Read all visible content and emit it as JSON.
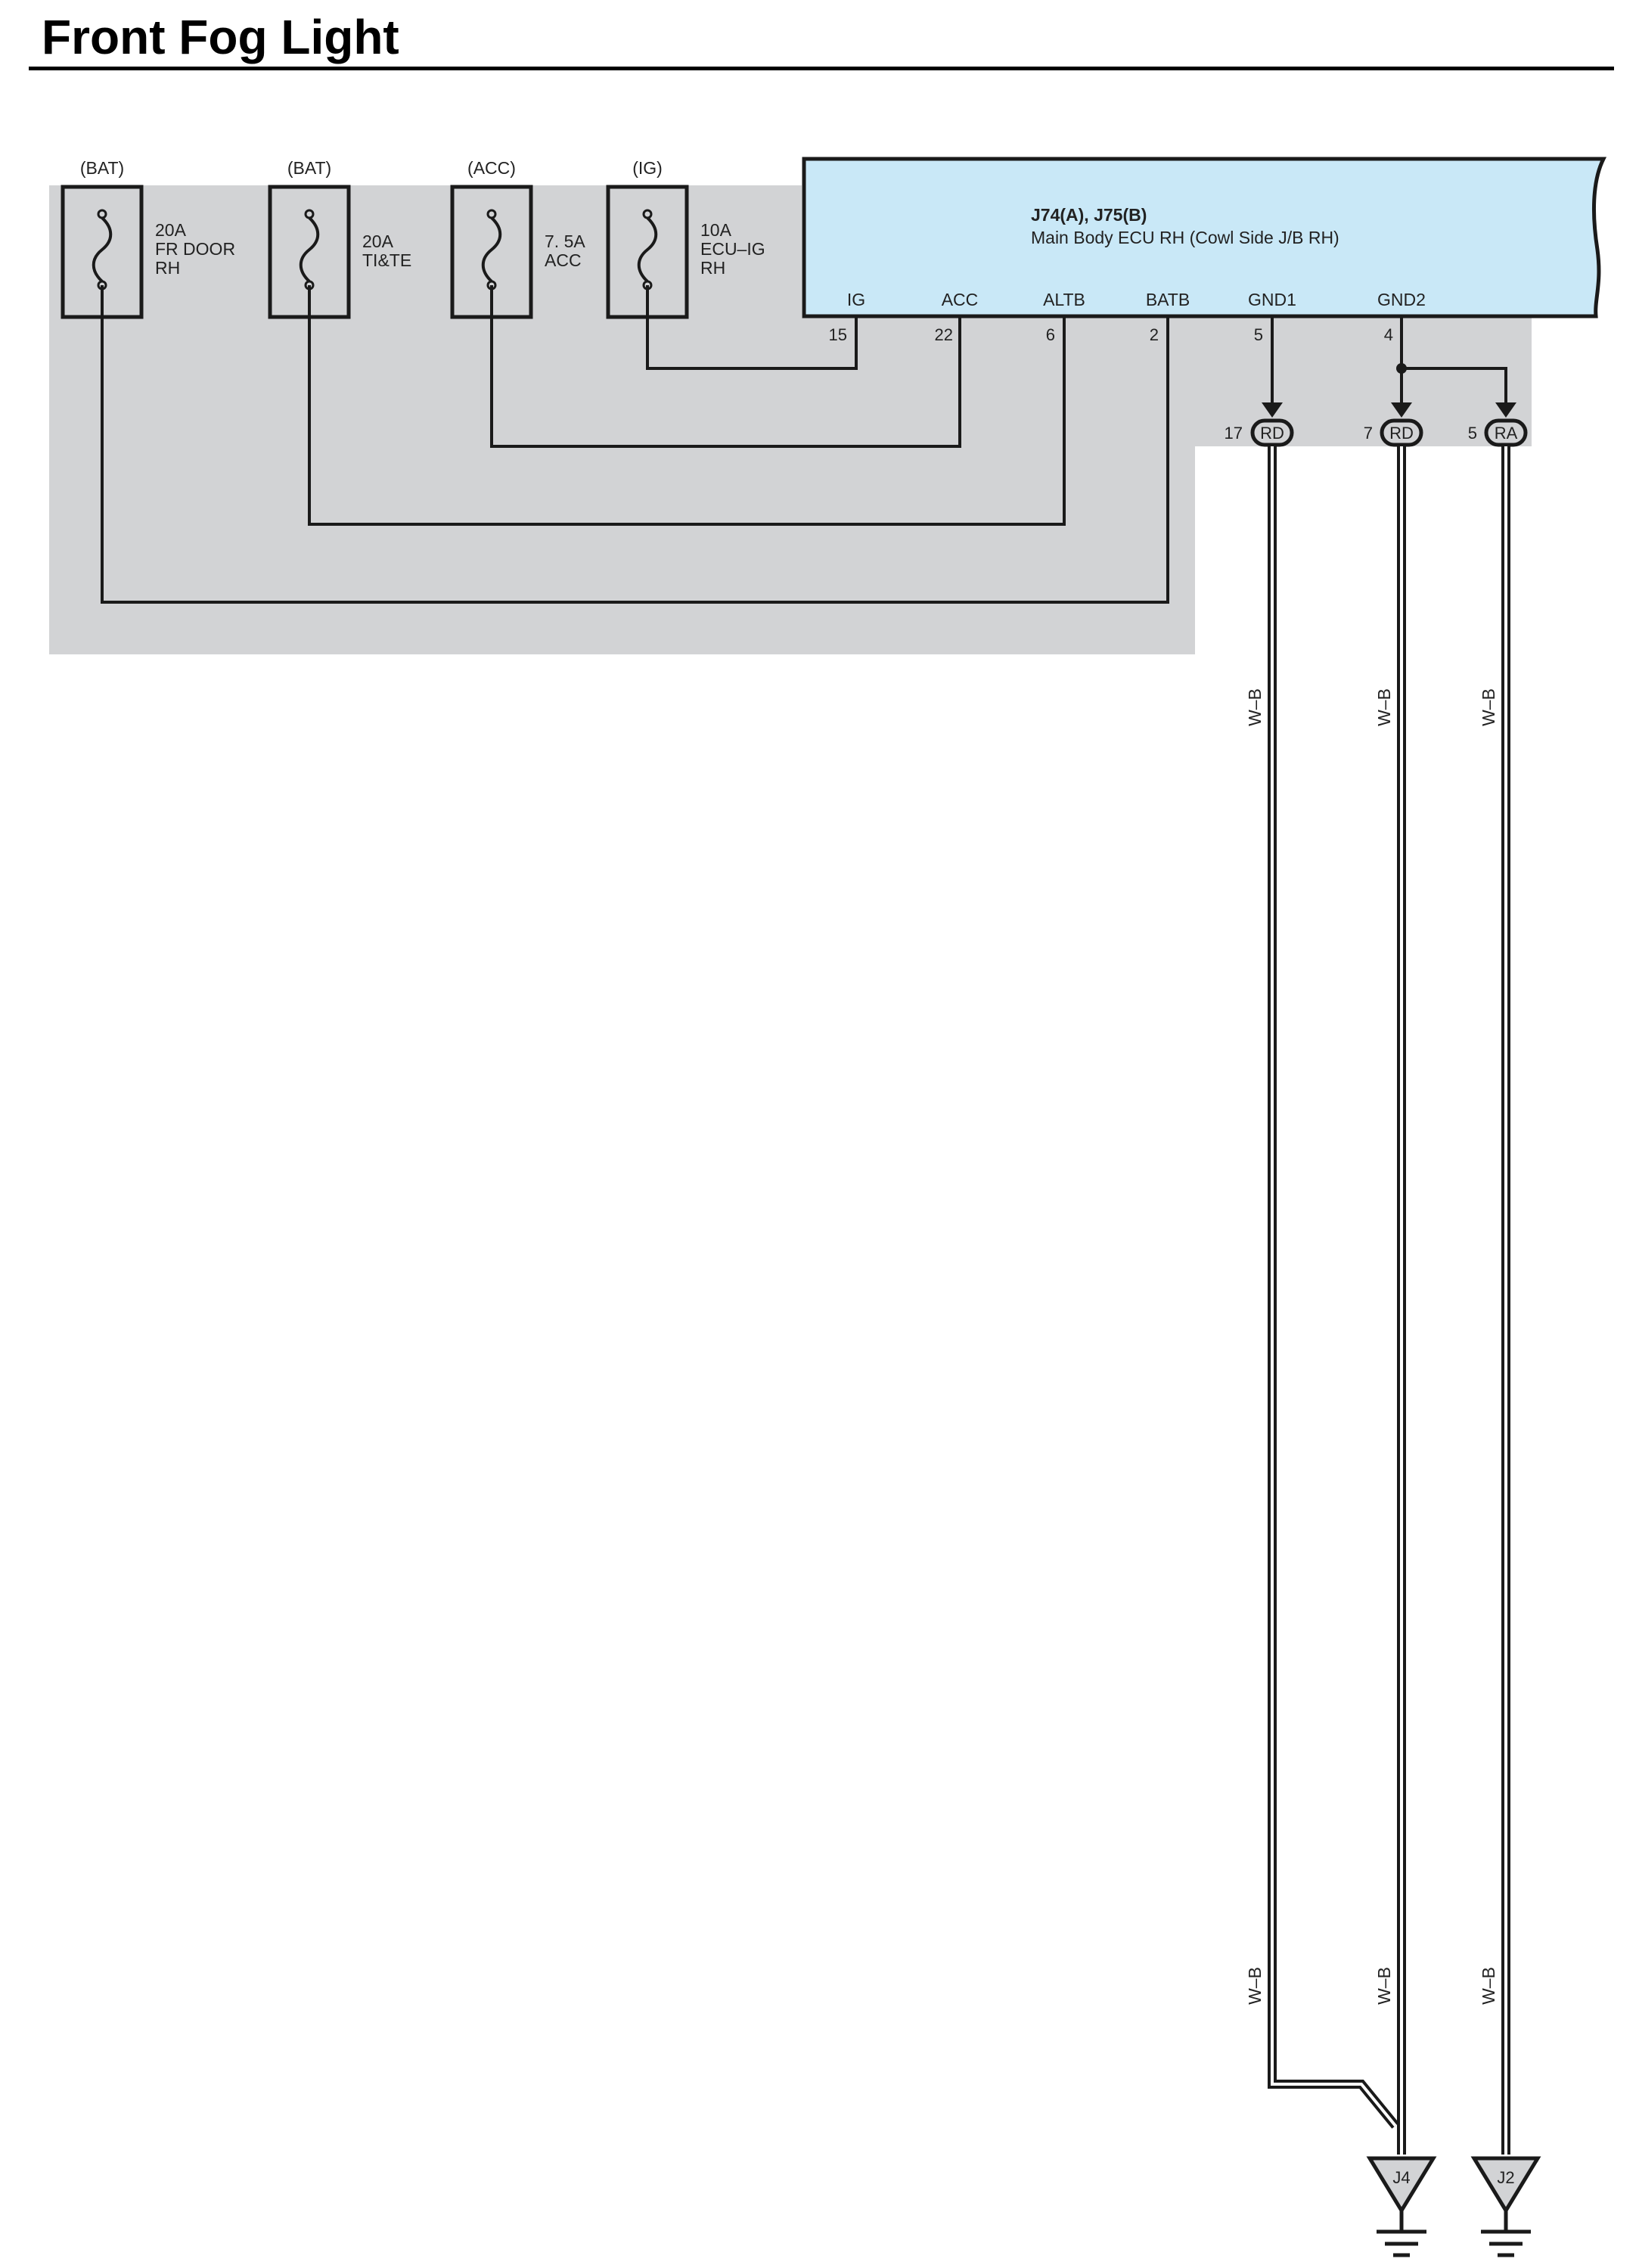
{
  "title": "Front Fog Light",
  "fuses": [
    {
      "source": "(BAT)",
      "rating": "20A",
      "name_lines": [
        "FR DOOR",
        "RH"
      ]
    },
    {
      "source": "(BAT)",
      "rating": "20A",
      "name_lines": [
        "TI&TE"
      ]
    },
    {
      "source": "(ACC)",
      "rating": "7. 5A",
      "name_lines": [
        "ACC"
      ]
    },
    {
      "source": "(IG)",
      "rating": "10A",
      "name_lines": [
        "ECU–IG",
        "RH"
      ]
    }
  ],
  "ecu": {
    "connector": "J74(A), J75(B)",
    "name": "Main Body ECU RH (Cowl Side J/B RH)",
    "fill_color": "#c9e8f7",
    "terminals": [
      {
        "label": "IG",
        "pin": "15"
      },
      {
        "label": "ACC",
        "pin": "22"
      },
      {
        "label": "ALTB",
        "pin": "6"
      },
      {
        "label": "BATB",
        "pin": "2"
      },
      {
        "label": "GND1",
        "pin": "5"
      },
      {
        "label": "GND2",
        "pin": "4"
      }
    ]
  },
  "connectors": [
    {
      "pin": "17",
      "code": "RD"
    },
    {
      "pin": "7",
      "code": "RD"
    },
    {
      "pin": "5",
      "code": "RA"
    }
  ],
  "wire_color_code": "W–B",
  "grounds": [
    "J4",
    "J2"
  ],
  "shade_color": "#d2d3d5"
}
